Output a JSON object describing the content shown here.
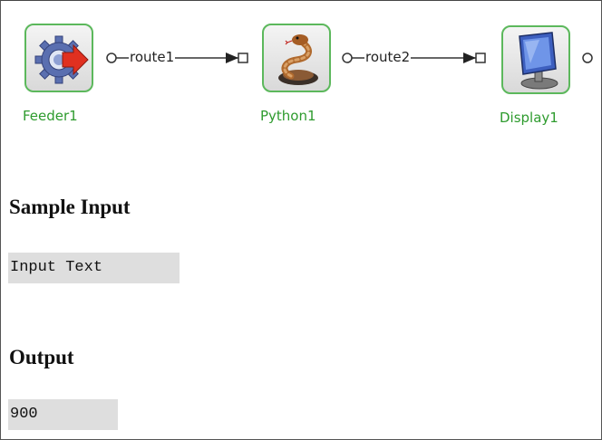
{
  "diagram": {
    "nodes": [
      {
        "id": "feeder",
        "label": "Feeder1",
        "icon": "gear-arrow-icon"
      },
      {
        "id": "python",
        "label": "Python1",
        "icon": "snake-icon"
      },
      {
        "id": "display",
        "label": "Display1",
        "icon": "monitor-icon"
      }
    ],
    "routes": [
      {
        "label": "route1",
        "from": "Feeder1",
        "to": "Python1"
      },
      {
        "label": "route2",
        "from": "Python1",
        "to": "Display1"
      }
    ],
    "colors": {
      "node_border": "#5cb85c",
      "node_label": "#2e9b2e"
    }
  },
  "sample_input": {
    "heading": "Sample Input",
    "value": "Input Text"
  },
  "output": {
    "heading": "Output",
    "value": "900"
  }
}
